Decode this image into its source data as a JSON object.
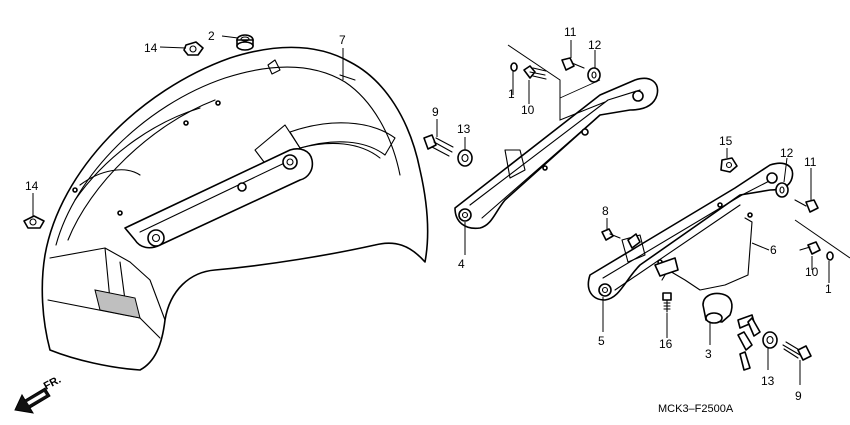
{
  "diagram_code": "MCK3–F2500A",
  "front_indicator": "FR.",
  "callouts": {
    "c1a": "1",
    "c1b": "1",
    "c2": "2",
    "c3": "3",
    "c4": "4",
    "c5": "5",
    "c6": "6",
    "c7": "7",
    "c8": "8",
    "c9a": "9",
    "c9b": "9",
    "c10a": "10",
    "c10b": "10",
    "c11a": "11",
    "c11b": "11",
    "c12a": "12",
    "c12b": "12",
    "c13a": "13",
    "c13b": "13",
    "c14a": "14",
    "c14b": "14",
    "c15": "15",
    "c16": "16"
  },
  "icons": {
    "front_arrow": "arrow-left-down-icon"
  }
}
